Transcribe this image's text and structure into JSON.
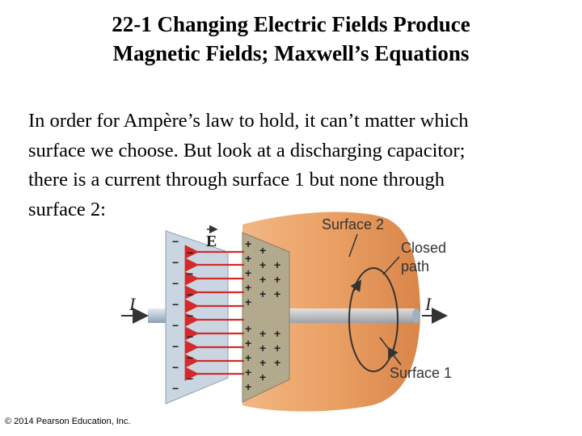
{
  "title_line1": "22-1 Changing Electric Fields Produce",
  "title_line2": "Magnetic Fields; Maxwell’s Equations",
  "body_lines": [
    "In order for Ampère’s law to hold, it can’t matter which",
    "surface we choose. But look at a discharging capacitor;",
    "there is a current through surface 1 but none through",
    "surface 2:"
  ],
  "diagram": {
    "label_surface2": "Surface 2",
    "label_closed_path_1": "Closed",
    "label_closed_path_2": "path",
    "label_surface1": "Surface 1",
    "label_current": "I",
    "label_field": "E",
    "minus_sign": "−",
    "plus_sign": "+"
  },
  "colors": {
    "surface2_fill": "#eba267",
    "left_plate": "#c9d6e2",
    "right_plate": "#b3a98d",
    "field_arrow": "#d42a2a",
    "wire": "#b9c7d4"
  },
  "copyright": "© 2014 Pearson Education, Inc."
}
